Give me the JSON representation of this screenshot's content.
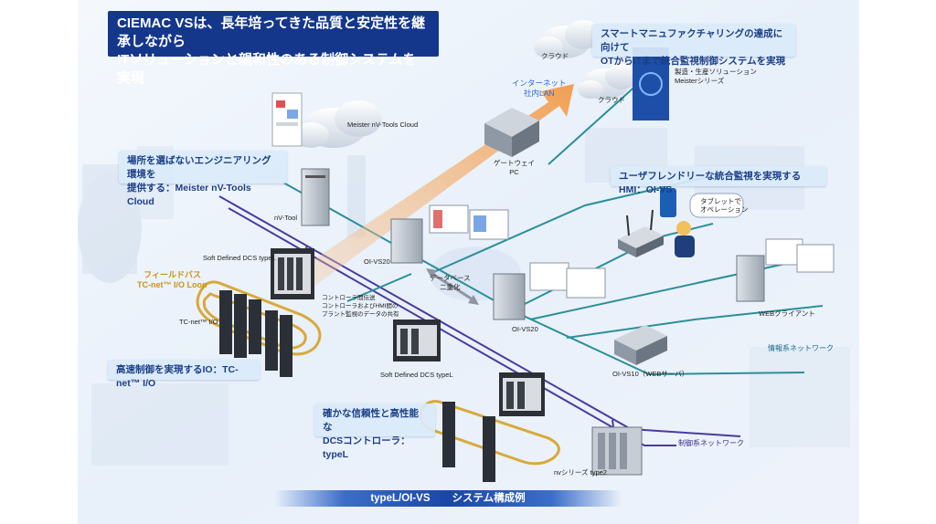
{
  "headline": {
    "line1": "CIEMAC VSは、長年培ってきた品質と安定性を継承しながら",
    "line2": "ITソリューションと親和性のある制御システムを実現"
  },
  "callouts": {
    "smart_manufacturing": {
      "line1": "スマートマニュファクチャリングの達成に向けて",
      "line2": "OTからITまで統合監視制御システムを実現"
    },
    "engineering": {
      "line1": "場所を選ばないエンジニアリング環境を",
      "line2": "提供する：Meister nV-Tools Cloud"
    },
    "hmi": {
      "line1": "ユーザフレンドリーな統合監視を実現するHMI：OI-VS"
    },
    "io": {
      "line1": "高速制御を実現するIO：TC-net™ I/O"
    },
    "controller": {
      "line1": "確かな信頼性と高性能な",
      "line2": "DCSコントローラ：typeL"
    }
  },
  "labels": {
    "cloud1": "クラウド",
    "cloud2": "クラウド",
    "meister_series_1": "製造・生産ソリューション",
    "meister_series_2": "Meisterシリーズ",
    "internet_lan_1": "インターネット",
    "internet_lan_2": "社内LAN",
    "nvtools_cloud": "Meister nV-Tools Cloud",
    "gateway_1": "ゲートウェイ",
    "gateway_2": "PC",
    "nv_tool": "nV-Tool",
    "sdcs_top": "Soft Defined DCS typeL",
    "fieldbus_1": "フィールドバス",
    "fieldbus_2": "TC-net™ I/O Loop",
    "tcnet_io": "TC-net™ I/O",
    "oivs20_a": "OI-VS20",
    "oivs20_b": "OI-VS20",
    "database_1": "データベース",
    "database_2": "二重化",
    "ctrl_transfer_1": "コントローラ間伝送",
    "ctrl_transfer_2": "コントローラおよびHMI間の",
    "ctrl_transfer_3": "プラント監視のデータの共有",
    "tablet_1": "タブレットで",
    "tablet_2": "オペレーション",
    "web_client": "WEBクライアント",
    "info_network": "情報系ネットワーク",
    "oivs10": "OI-VS10（WEBサーバ）",
    "sdcs_mid": "Soft Defined DCS typeL",
    "control_network": "制御系ネットワーク",
    "nv_type2": "nvシリーズ type2"
  },
  "footer": {
    "left": "typeL/OI-VS",
    "right": "システム構成例"
  },
  "colors": {
    "brand": "#14378c",
    "info_net": "#2a8f9a",
    "control_net": "#4a3aa0",
    "loop": "#d8a93a",
    "arrow": "#f3a65a"
  }
}
